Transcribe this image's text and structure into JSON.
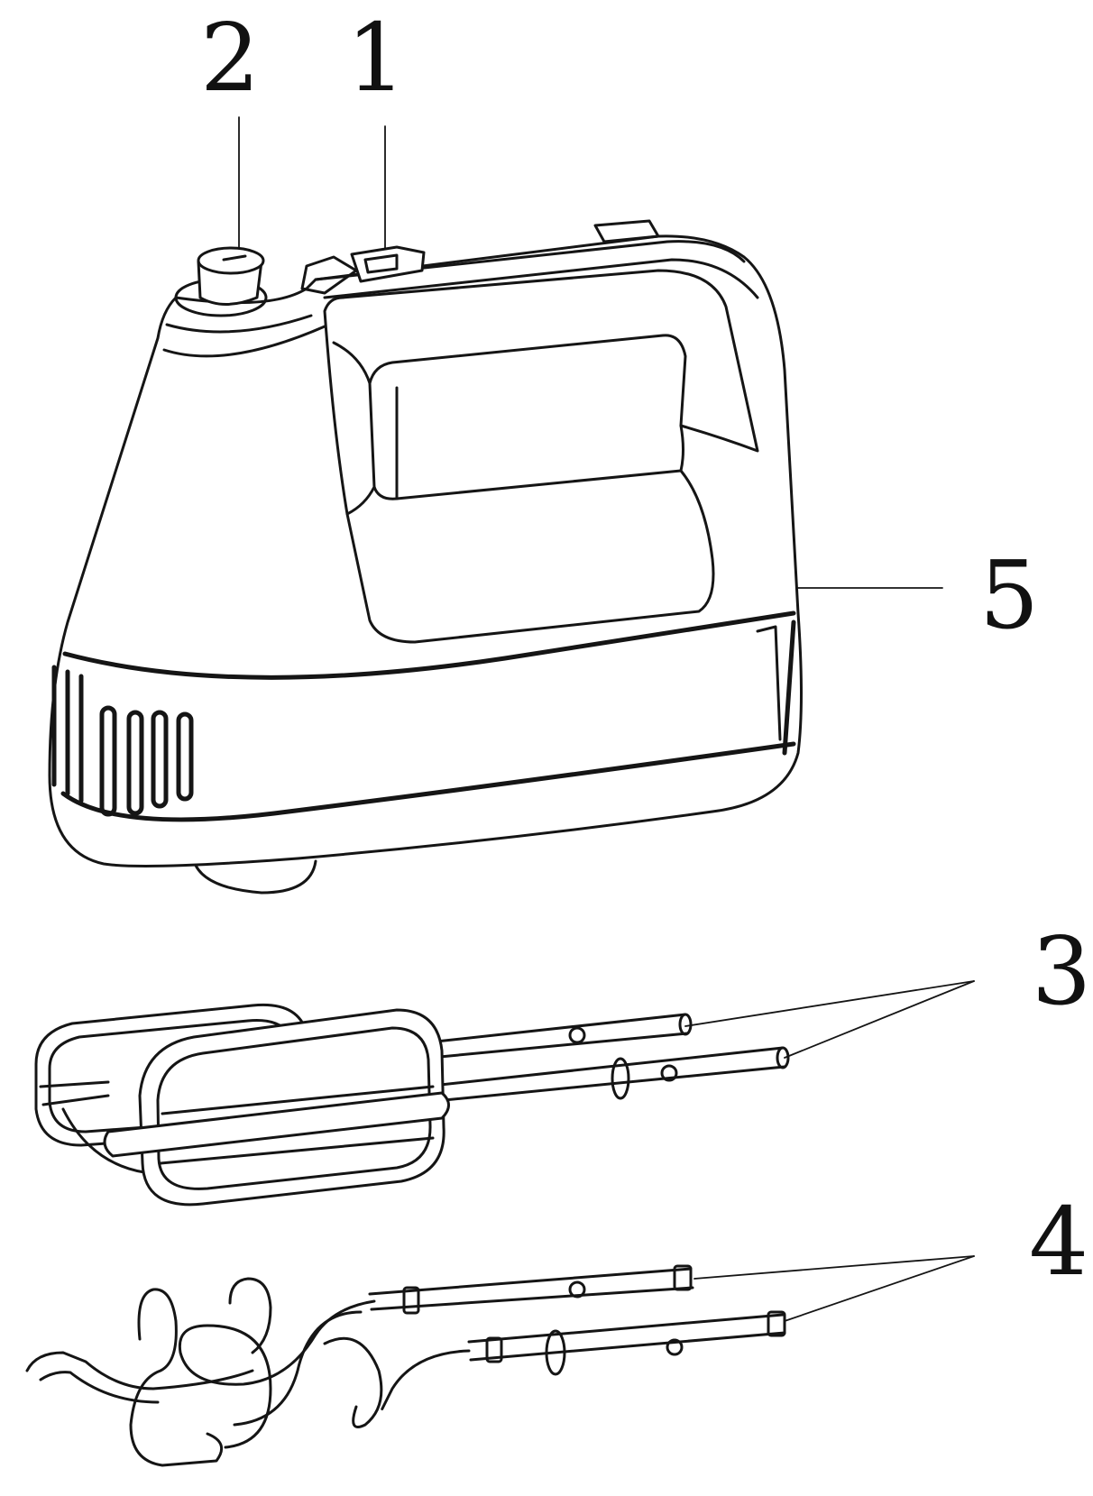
{
  "callouts": {
    "switch": "1",
    "knob": "2",
    "whisks": "3",
    "dough_hooks": "4",
    "housing": "5"
  },
  "colors": {
    "line": "#151515",
    "background": "#ffffff"
  }
}
